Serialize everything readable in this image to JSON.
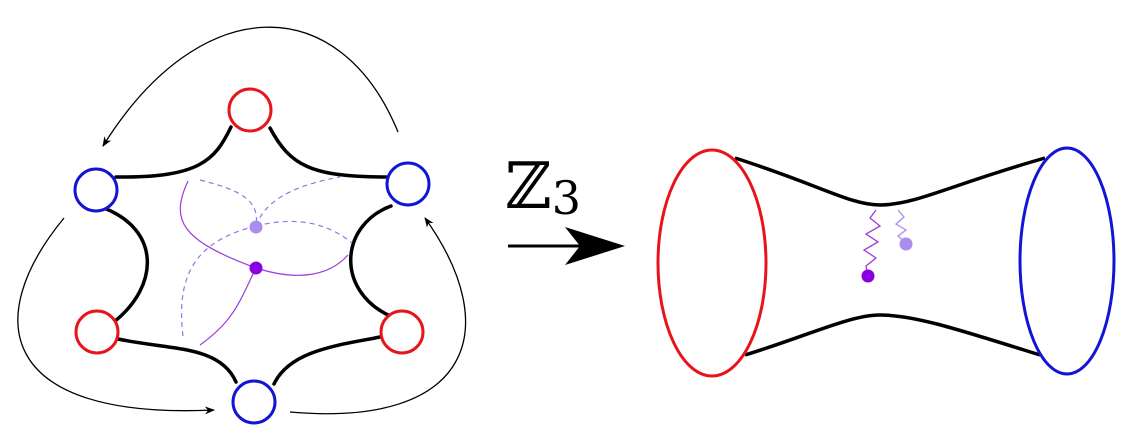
{
  "label": {
    "group_symbol": "ℤ",
    "subscript": "3"
  },
  "colors": {
    "boundary_red": "#e8141c",
    "boundary_blue": "#1414d6",
    "outline": "#000000",
    "purple_dark": "#8b00e0",
    "purple_light": "#a98ef0",
    "purple_line": "#9b3bd8",
    "dashed_line": "#8a7ae8"
  },
  "left_figure": {
    "red_circles": 3,
    "blue_circles": 3,
    "marked_points": [
      "dark-purple",
      "light-purple"
    ]
  },
  "right_figure": {
    "shape": "cylinder",
    "marked_points": [
      "dark-purple",
      "light-purple"
    ]
  }
}
